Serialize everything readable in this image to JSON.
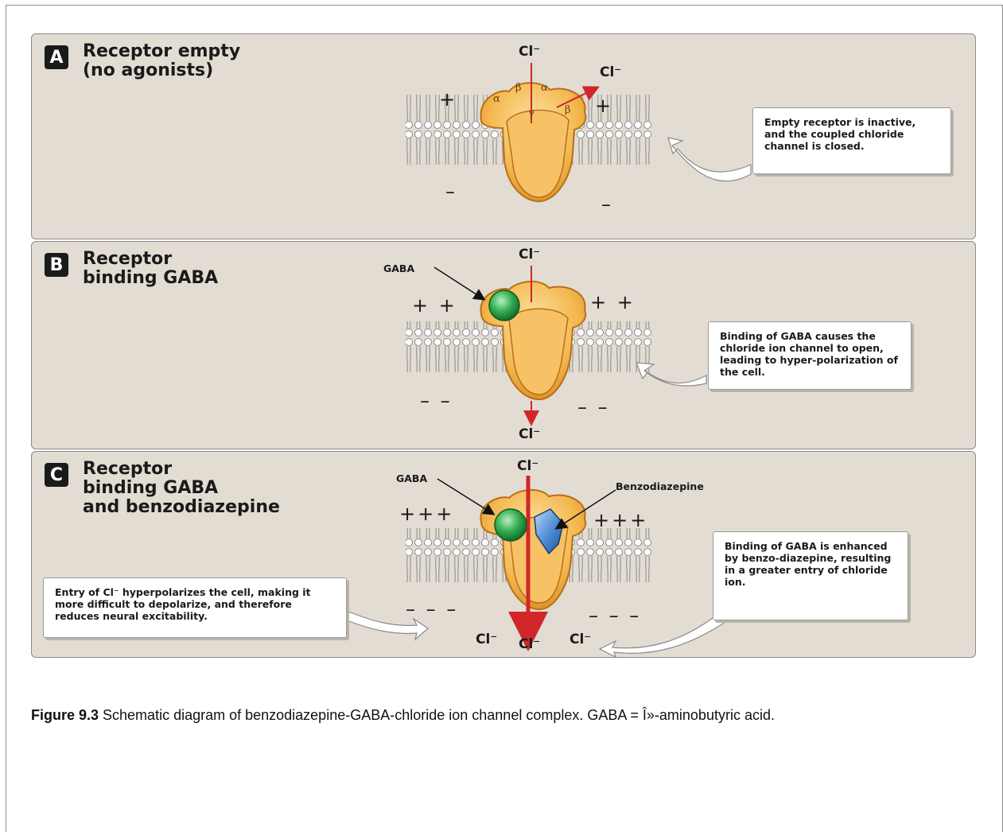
{
  "panels": [
    {
      "letter": "A",
      "title": "Receptor empty\n(no agonists)",
      "callout": "Empty receptor is inactive, and the coupled chloride channel is closed.",
      "ion_top": "Cl⁻",
      "ion_side": "Cl⁻",
      "subunits": [
        "α",
        "β",
        "α",
        "β",
        "γ"
      ],
      "signs": {
        "top_left": "+",
        "top_right": "+",
        "bottom_left": "–",
        "bottom_right": "–"
      }
    },
    {
      "letter": "B",
      "title": "Receptor\nbinding GABA",
      "gaba_label": "GABA",
      "callout": "Binding of GABA causes the chloride ion channel to open, leading to hyper-polarization of the cell.",
      "ion_top": "Cl⁻",
      "ion_bottom": "Cl⁻",
      "signs": {
        "top_left": "+ +",
        "top_right": "+ +",
        "bottom_left": "– –",
        "bottom_right": "– –"
      }
    },
    {
      "letter": "C",
      "title": "Receptor\nbinding GABA\nand benzodiazepine",
      "gaba_label": "GABA",
      "benzo_label": "Benzodiazepine",
      "callout_right": "Binding of GABA is enhanced by benzo-diazepine, resulting in a greater entry of chloride ion.",
      "callout_left": "Entry of Cl⁻ hyperpolarizes the cell, making it more difficult to depolarize, and therefore reduces neural excitability.",
      "ion_top": "Cl⁻",
      "ion_bottom": [
        "Cl⁻",
        "Cl⁻",
        "Cl⁻"
      ],
      "signs": {
        "top_left": "+++",
        "top_right": "+++",
        "bottom_left": "– – –",
        "bottom_right": "– – –"
      }
    }
  ],
  "caption": {
    "label": "Figure 9.3",
    "text": " Schematic diagram of benzodiazepine-GABA-chloride ion channel complex. GABA = Î»-aminobutyric acid."
  },
  "colors": {
    "panel_bg": "#e2dcd3",
    "receptor": "#f2b347",
    "gaba": "#2fa04a",
    "benzodiazepine": "#3f7fc8",
    "chloride_arrow": "#d0262a"
  }
}
